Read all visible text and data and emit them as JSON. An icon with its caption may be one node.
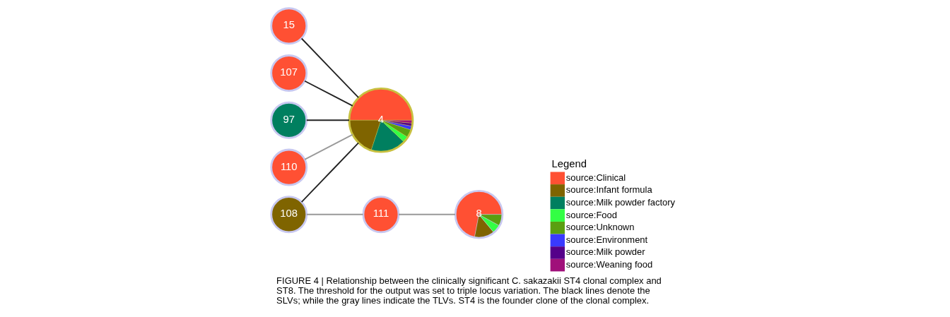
{
  "diagram": {
    "caption": "FIGURE 4 | Relationship between the clinically significant C. sakazakii ST4 clonal complex and ST8. The threshold for the output was set to triple locus variation. The black lines denote the SLVs; while the gray lines indicate the TLVs. ST4 is the founder clone of the clonal complex.",
    "nodes": [
      {
        "text": [
          "15"
        ]
      },
      {
        "text": [
          "107"
        ]
      },
      {
        "text": [
          "97"
        ]
      },
      {
        "text": [
          "110"
        ]
      },
      {
        "text": [
          "108"
        ]
      },
      {
        "text": [
          "4"
        ]
      },
      {
        "text": [
          "111"
        ]
      },
      {
        "text": [
          "8"
        ]
      }
    ],
    "edges": [
      {
        "from": 0,
        "to": 5,
        "arrow": "none"
      },
      {
        "from": 1,
        "to": 5,
        "arrow": "none"
      },
      {
        "from": 2,
        "to": 5,
        "arrow": "none"
      },
      {
        "from": 3,
        "to": 5,
        "arrow": "none",
        "color": "#999999"
      },
      {
        "from": 4,
        "to": 5,
        "arrow": "none"
      },
      {
        "from": 4,
        "to": 6,
        "arrow": "none",
        "color": "#999999"
      },
      {
        "from": 6,
        "to": 7,
        "arrow": "none",
        "color": "#999999"
      }
    ],
    "labels": [
      "Legend"
    ],
    "legend": [
      {
        "text": "source:Clinical",
        "color": "#ff5033"
      },
      {
        "text": "source:Infant formula",
        "color": "#7f6400"
      },
      {
        "text": "source:Milk powder factory",
        "color": "#007f5f"
      },
      {
        "text": "source:Food",
        "color": "#33ff44"
      },
      {
        "text": "source:Unknown",
        "color": "#5a9f10"
      },
      {
        "text": "source:Environment",
        "color": "#3a3aff"
      },
      {
        "text": "source:Milk powder",
        "color": "#55008a"
      },
      {
        "text": "source:Weaning food",
        "color": "#a0107a"
      }
    ]
  }
}
